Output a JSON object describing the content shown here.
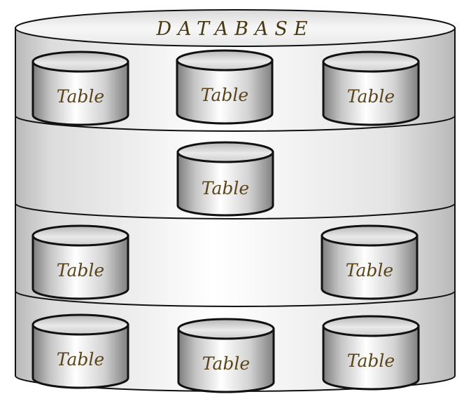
{
  "diagram": {
    "title": "DATABASE",
    "tiers": [
      {
        "tables": [
          {
            "label": "Table"
          },
          {
            "label": "Table"
          },
          {
            "label": "Table"
          }
        ]
      },
      {
        "tables": [
          {
            "label": "Table"
          }
        ]
      },
      {
        "tables": [
          {
            "label": "Table"
          },
          {
            "label": "Table"
          }
        ]
      },
      {
        "tables": [
          {
            "label": "Table"
          },
          {
            "label": "Table"
          },
          {
            "label": "Table"
          }
        ]
      }
    ]
  },
  "colors": {
    "outline": "#111111",
    "title_text": "#4a3a14",
    "table_text": "#5a4418",
    "body_light": "#ffffff",
    "body_mid": "#e6e6e6",
    "body_dark": "#9a9a9a"
  }
}
